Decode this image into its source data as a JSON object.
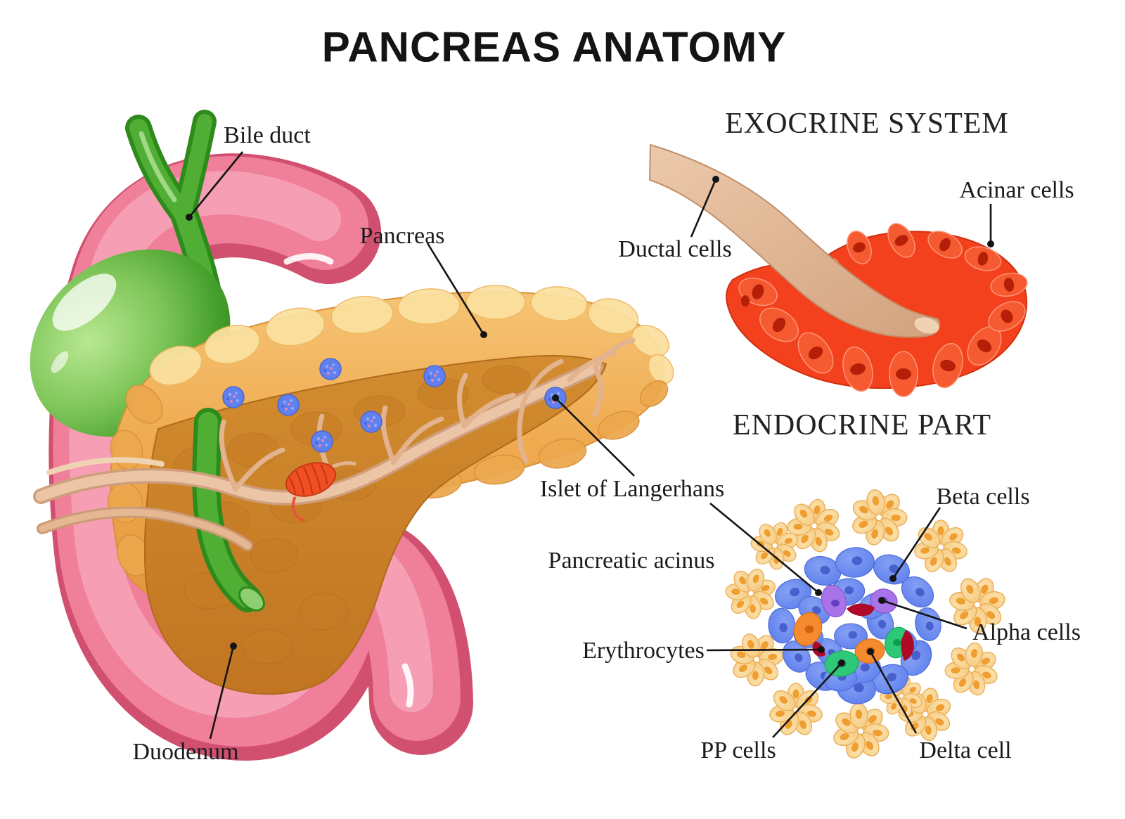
{
  "title": "PANCREAS ANATOMY",
  "sections": {
    "exocrine_heading": "EXOCRINE SYSTEM",
    "endocrine_heading": "ENDOCRINE PART"
  },
  "labels": {
    "bile_duct": "Bile duct",
    "pancreas": "Pancreas",
    "duodenum": "Duodenum",
    "islet_of_langerhans": "Islet of Langerhans",
    "pancreatic_acinus": "Pancreatic acinus",
    "ductal_cells": "Ductal cells",
    "acinar_cells": "Acinar cells",
    "beta_cells": "Beta cells",
    "alpha_cells": "Alpha cells",
    "erythrocytes": "Erythrocytes",
    "pp_cells": "PP cells",
    "delta_cell": "Delta cell"
  },
  "colors": {
    "background": "#ffffff",
    "text": "#1b1b1b",
    "leader_line": "#141414",
    "duodenum_pink": "#ef7d98",
    "gallbladder_green": "#58b13c",
    "bile_duct_green": "#3e9a28",
    "pancreas_orange": "#f0a94d",
    "pancreas_interior": "#cd8429",
    "pancreatic_duct_tan": "#e2bb9a",
    "islet_blue": "#5f80ee",
    "alpha_cell_purple": "#a873e8",
    "beta_cell_blue": "#6b89f2",
    "delta_cell_orange": "#f58a2e",
    "pp_cell_green": "#2fc878",
    "erythrocyte_red": "#ae0a28",
    "acinar_cell_red": "#f2411c"
  }
}
